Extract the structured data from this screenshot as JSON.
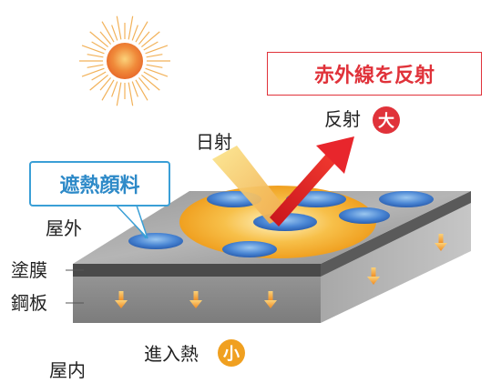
{
  "reflect_box": {
    "text": "赤外線を反射"
  },
  "pigment_box": {
    "text": "遮熱顔料"
  },
  "labels": {
    "outdoor": "屋外",
    "indoor": "屋内",
    "coating": "塗膜",
    "steel": "鋼板",
    "sunlight": "日射",
    "reflection": "反射",
    "heat_in": "進入熱"
  },
  "badges": {
    "large": "大",
    "small": "小"
  },
  "colors": {
    "reflect_red": "#e0323a",
    "pigment_blue": "#3a9fd6",
    "heat_orange": "#f0a020",
    "panel_gray": "#8c8c8c"
  }
}
